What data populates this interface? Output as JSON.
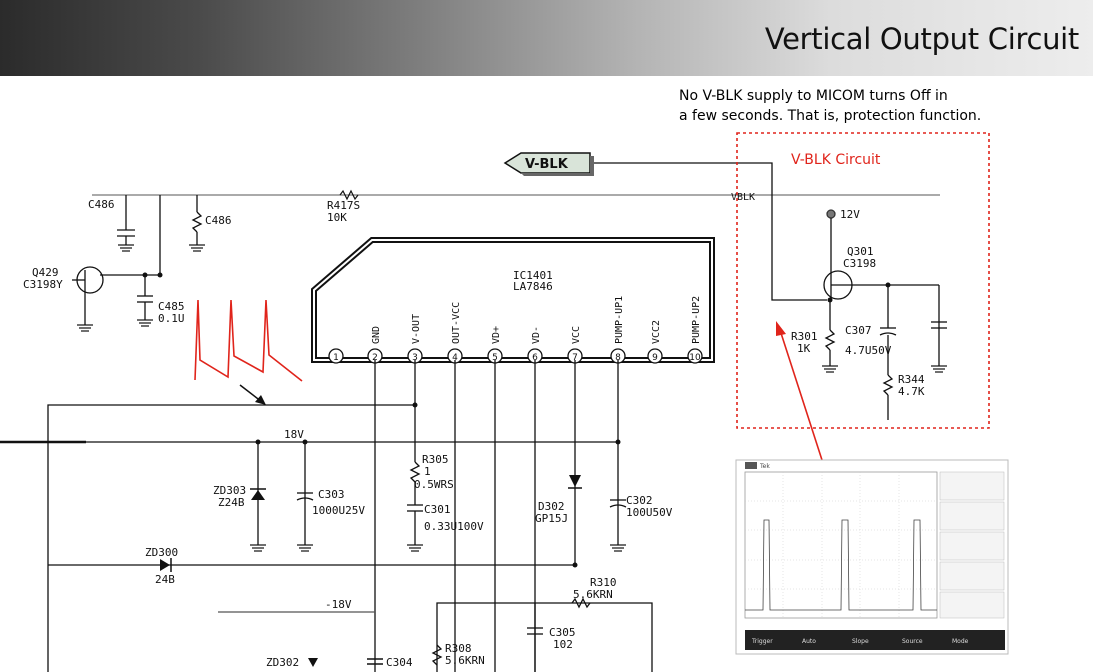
{
  "title": "Vertical Output Circuit",
  "note": {
    "line1": "No V-BLK supply to MICOM turns Off in",
    "line2": "a few seconds. That is, protection function."
  },
  "vblk_tag": "V-BLK",
  "vblk_net_label": "VBLK",
  "vblk_circuit_label": "V-BLK Circuit",
  "ic": {
    "ref": "IC1401",
    "part": "LA7846",
    "pins": [
      {
        "num": "1",
        "name": ""
      },
      {
        "num": "2",
        "name": "GND"
      },
      {
        "num": "3",
        "name": "V-OUT"
      },
      {
        "num": "4",
        "name": "OUT-VCC"
      },
      {
        "num": "5",
        "name": "VD+"
      },
      {
        "num": "6",
        "name": "VD-"
      },
      {
        "num": "7",
        "name": "VCC"
      },
      {
        "num": "8",
        "name": "PUMP-UP1"
      },
      {
        "num": "9",
        "name": "VCC2"
      },
      {
        "num": "10",
        "name": "PUMP-UP2"
      }
    ]
  },
  "components": {
    "c486a": "C486",
    "c486b": "C486",
    "r417": "R417S",
    "r417v": "10K",
    "q429": "Q429",
    "q429v": "C3198Y",
    "c485": "C485",
    "c485v": "0.1U",
    "q301": "Q301",
    "q301v": "C3198",
    "v12": "12V",
    "r301": "R301",
    "r301v": "1K",
    "c307": "C307",
    "c307v": "4.7U50V",
    "r344": "R344",
    "r344v": "4.7K",
    "v18p": "18V",
    "r305": "R305",
    "r305v1": "1",
    "r305v2": "0.5WRS",
    "c301": "C301",
    "c301v": "0.33U100V",
    "zd303": "ZD303",
    "zd303v": "Z24B",
    "c303": "C303",
    "c303v": "1000U25V",
    "d302": "D302",
    "d302v": "GP15J",
    "c302": "C302",
    "c302v": "100U50V",
    "zd300": "ZD300",
    "zd300v": "24B",
    "v18n": "-18V",
    "r310": "R310",
    "r310v": "5.6KRN",
    "r308": "R308",
    "r308v": "5.6KRN",
    "c305": "C305",
    "c305v": "102",
    "zd302": "ZD302",
    "c304": "C304"
  },
  "scope": {
    "header": "Tek",
    "footer_cells": [
      "Trigger",
      "Auto",
      "Slope",
      "Source",
      "Mode"
    ]
  },
  "colors": {
    "accent_red": "#e0241b",
    "line": "#111111",
    "scope_bg": "#ffffff",
    "scope_footer": "#222222"
  }
}
